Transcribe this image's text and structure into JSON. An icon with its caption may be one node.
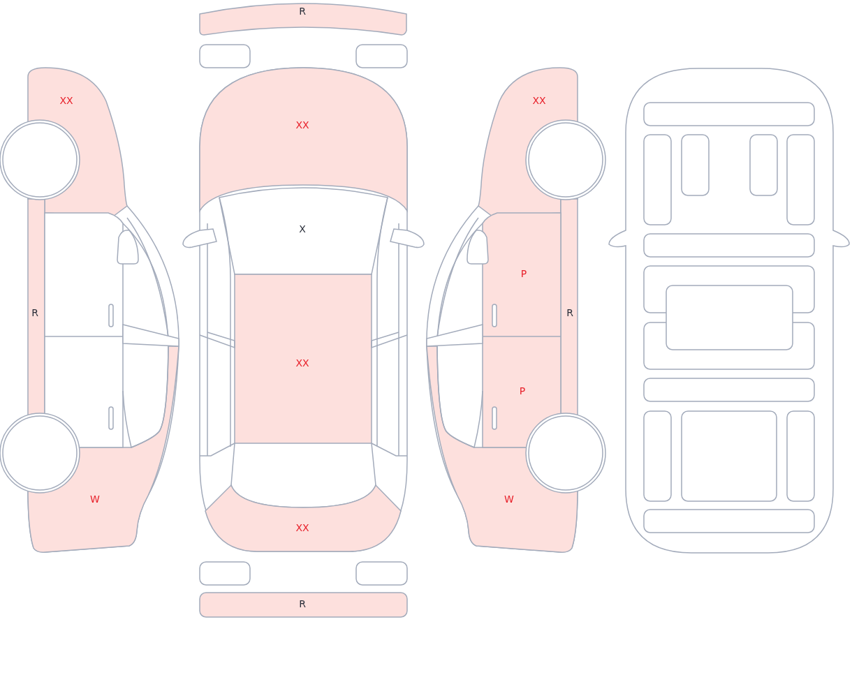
{
  "diagram": {
    "labels": [
      "R",
      "XX",
      "XX",
      "XX",
      "X",
      "P",
      "R",
      "R",
      "XX",
      "P",
      "W",
      "W",
      "XX",
      "R"
    ]
  }
}
